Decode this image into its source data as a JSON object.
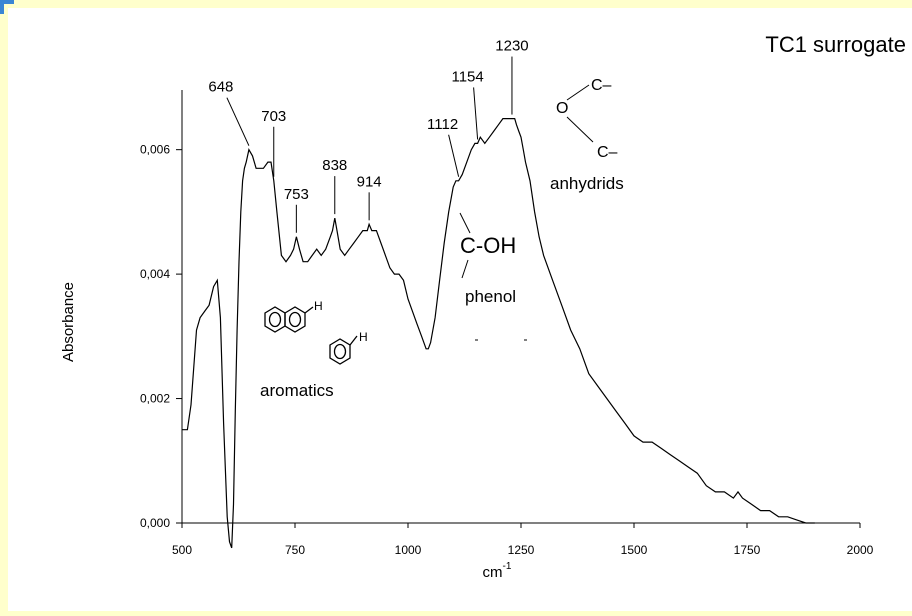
{
  "chart_data": {
    "type": "line",
    "title": "TC1 surrogate",
    "xlabel": "cm",
    "xlabel_superscript": "-1",
    "ylabel": "Absorbance",
    "xlim": [
      500,
      2000
    ],
    "ylim": [
      0,
      0.0072
    ],
    "x_ticks": [
      500,
      750,
      1000,
      1250,
      1500,
      1750,
      2000
    ],
    "x_tick_labels": [
      "500",
      "750",
      "1000",
      "1250",
      "1500",
      "1750",
      "2000"
    ],
    "y_ticks": [
      0,
      0.002,
      0.004,
      0.006
    ],
    "y_tick_labels": [
      "0,000",
      "0,002",
      "0,004",
      "0,006"
    ],
    "grid": false,
    "line_color": "#000000",
    "series": [
      {
        "x": [
          500,
          512,
          520,
          532,
          540,
          550,
          560,
          570,
          578,
          585,
          592,
          600,
          605,
          610,
          614,
          618,
          622,
          626,
          630,
          634,
          638,
          642,
          648,
          656,
          664,
          672,
          680,
          690,
          697,
          703,
          710,
          720,
          730,
          740,
          747,
          753,
          760,
          768,
          778,
          788,
          798,
          808,
          818,
          828,
          833,
          838,
          843,
          850,
          860,
          870,
          880,
          890,
          900,
          910,
          914,
          920,
          930,
          940,
          950,
          960,
          970,
          980,
          990,
          1000,
          1010,
          1020,
          1030,
          1040,
          1045,
          1050,
          1060,
          1070,
          1080,
          1090,
          1100,
          1106,
          1112,
          1120,
          1130,
          1140,
          1148,
          1154,
          1160,
          1170,
          1180,
          1190,
          1200,
          1210,
          1220,
          1230,
          1236,
          1240,
          1245,
          1250,
          1255,
          1260,
          1270,
          1280,
          1290,
          1300,
          1320,
          1340,
          1360,
          1380,
          1400,
          1420,
          1440,
          1460,
          1480,
          1500,
          1520,
          1540,
          1560,
          1580,
          1600,
          1620,
          1640,
          1660,
          1680,
          1700,
          1720,
          1730,
          1740,
          1760,
          1780,
          1800,
          1820,
          1840,
          1860,
          1880,
          1900
        ],
        "y": [
          0.0015,
          0.0015,
          0.0019,
          0.0031,
          0.0033,
          0.0034,
          0.0035,
          0.0038,
          0.0039,
          0.0033,
          0.0016,
          0.0001,
          -0.0003,
          -0.0004,
          0.0003,
          0.0018,
          0.0031,
          0.0042,
          0.005,
          0.0055,
          0.0057,
          0.0058,
          0.006,
          0.0059,
          0.0057,
          0.0057,
          0.0057,
          0.0058,
          0.0058,
          0.0055,
          0.005,
          0.0043,
          0.0042,
          0.0043,
          0.0044,
          0.0046,
          0.0044,
          0.0042,
          0.0042,
          0.0043,
          0.0044,
          0.0043,
          0.0044,
          0.0046,
          0.0047,
          0.0049,
          0.0047,
          0.0044,
          0.0043,
          0.0044,
          0.0045,
          0.0046,
          0.0047,
          0.0047,
          0.0048,
          0.0047,
          0.0047,
          0.0045,
          0.0043,
          0.0041,
          0.004,
          0.004,
          0.0039,
          0.0036,
          0.0034,
          0.0032,
          0.003,
          0.0028,
          0.0028,
          0.0029,
          0.0033,
          0.0039,
          0.0045,
          0.005,
          0.0054,
          0.0055,
          0.0055,
          0.0056,
          0.0058,
          0.006,
          0.0061,
          0.0061,
          0.0062,
          0.0061,
          0.0062,
          0.0063,
          0.0064,
          0.0065,
          0.0065,
          0.0065,
          0.0065,
          0.0064,
          0.0063,
          0.0062,
          0.006,
          0.0058,
          0.0055,
          0.005,
          0.0046,
          0.0043,
          0.0039,
          0.0035,
          0.0031,
          0.0028,
          0.0024,
          0.0022,
          0.002,
          0.0018,
          0.0016,
          0.0014,
          0.0013,
          0.0013,
          0.0012,
          0.0011,
          0.001,
          0.0009,
          0.0008,
          0.0006,
          0.0005,
          0.0005,
          0.0004,
          0.0005,
          0.0004,
          0.0003,
          0.0002,
          0.0002,
          0.0001,
          0.0001,
          5e-05,
          0.0,
          0.0
        ]
      }
    ],
    "peak_labels": [
      {
        "text": "648",
        "x": 648
      },
      {
        "text": "703",
        "x": 703
      },
      {
        "text": "753",
        "x": 753
      },
      {
        "text": "838",
        "x": 838
      },
      {
        "text": "914",
        "x": 914
      },
      {
        "text": "1112",
        "x": 1112
      },
      {
        "text": "1154",
        "x": 1154
      },
      {
        "text": "1230",
        "x": 1230
      }
    ],
    "annotations": {
      "aromatics": "aromatics",
      "phenol": "phenol",
      "coh": "C-OH",
      "anhydrids": "anhydrids",
      "carbon_top": "C–",
      "carbon_bottom": "C–",
      "oxygen": "O",
      "hydrogen": "H"
    }
  }
}
